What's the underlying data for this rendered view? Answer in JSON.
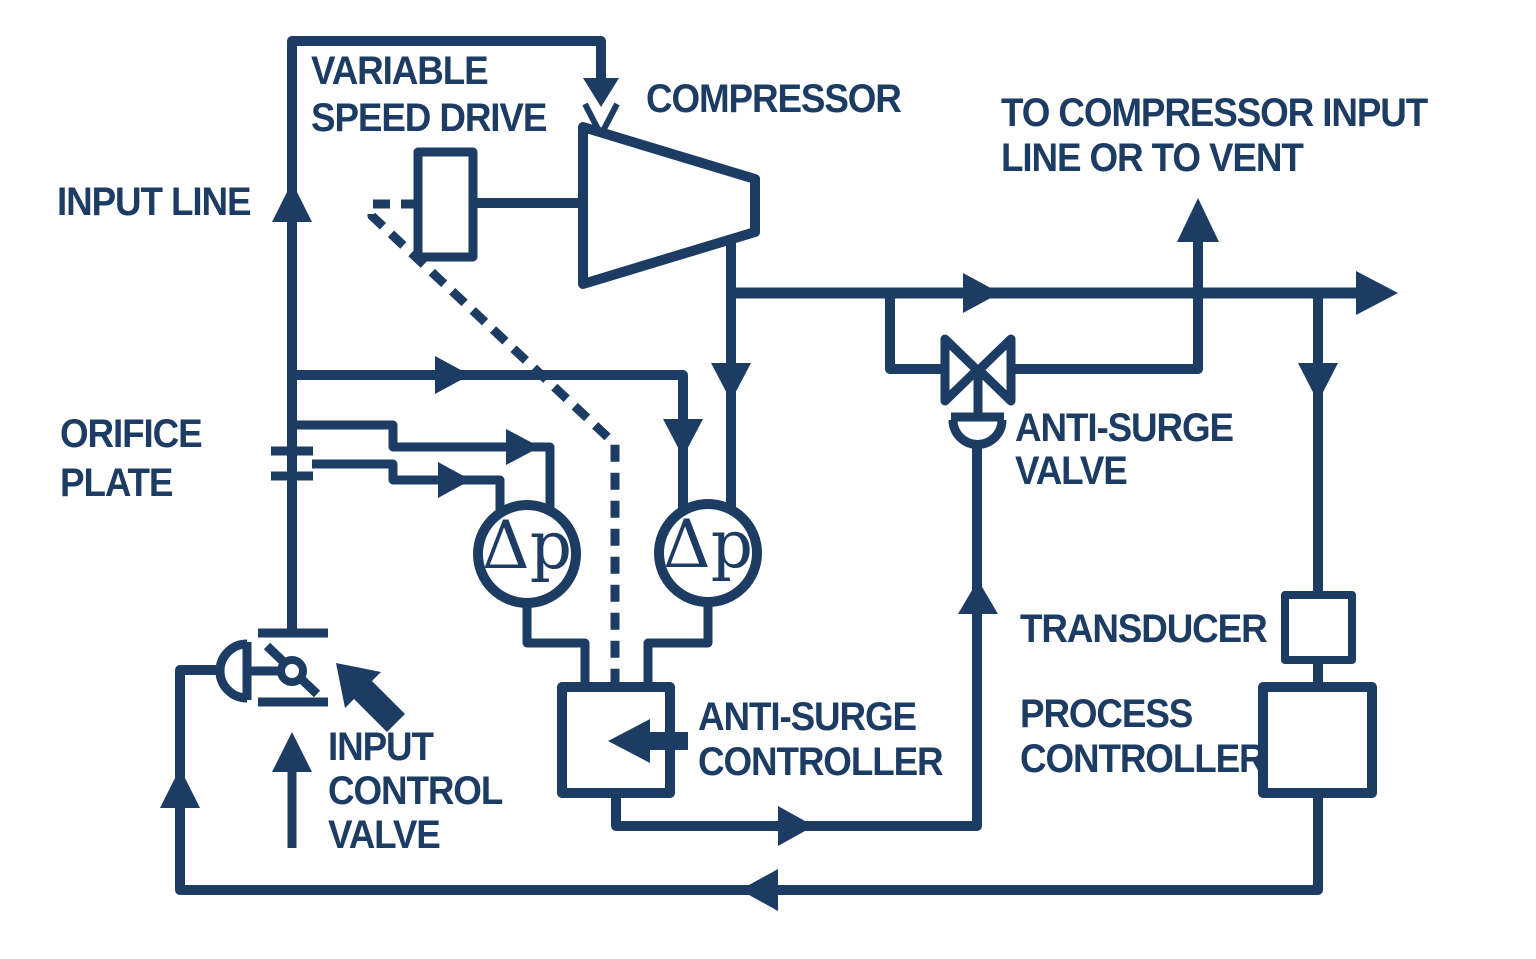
{
  "colors": {
    "ink": "#1d3c63",
    "background": "#ffffff"
  },
  "labels": {
    "variable_speed_drive": {
      "line1": "VARIABLE",
      "line2": "SPEED DRIVE"
    },
    "compressor": "COMPRESSOR",
    "discharge_destination": {
      "line1": "TO COMPRESSOR INPUT",
      "line2": "LINE OR TO VENT"
    },
    "input_line": "INPUT LINE",
    "orifice_plate": {
      "line1": "ORIFICE",
      "line2": "PLATE"
    },
    "input_control_valve": {
      "line1": "INPUT",
      "line2": "CONTROL",
      "line3": "VALVE"
    },
    "anti_surge_controller": {
      "line1": "ANTI-SURGE",
      "line2": "CONTROLLER"
    },
    "anti_surge_valve": {
      "line1": "ANTI-SURGE",
      "line2": "VALVE"
    },
    "transducer": "TRANSDUCER",
    "process_controller": {
      "line1": "PROCESS",
      "line2": "CONTROLLER"
    },
    "dp_transmitter_left": "Δp",
    "dp_transmitter_right": "Δp"
  }
}
